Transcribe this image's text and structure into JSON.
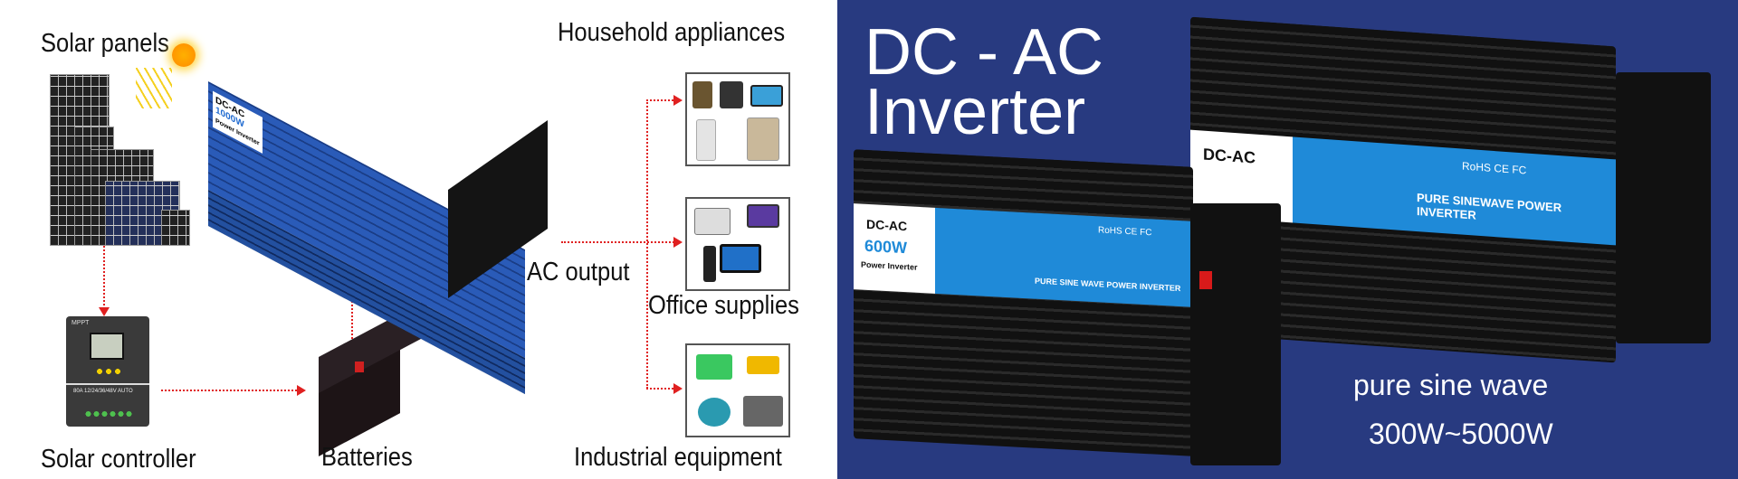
{
  "diagram": {
    "labels": {
      "solar_panels": "Solar panels",
      "solar_controller": "Solar controller",
      "batteries": "Batteries",
      "ac_output": "AC output",
      "household_appliances": "Household appliances",
      "office_supplies": "Office supplies",
      "industrial_equipment": "Industrial equipment"
    },
    "inverter_label": {
      "title": "DC-AC",
      "power": "1000W",
      "sub": "Power Inverter"
    },
    "controller_label": "MPPT",
    "controller_spec": "80A 12/24/36/48V AUTO"
  },
  "banner": {
    "title_line1": "DC - AC",
    "title_line2": "Inverter",
    "tagline": "pure sine wave",
    "range": "300W~5000W",
    "small_inverter": {
      "title": "DC-AC",
      "power": "600W",
      "sub": "Power Inverter",
      "type": "PURE SINE WAVE POWER INVERTER",
      "certs": "RoHS CE FC"
    },
    "large_inverter": {
      "title": "DC-AC",
      "type": "PURE SINEWAVE POWER INVERTER",
      "certs": "RoHS CE FC"
    }
  },
  "colors": {
    "banner_bg": "#283a80",
    "arrow": "#e02020",
    "inverter_blue": "#2a5bb8",
    "label_blue": "#1f8ad8"
  }
}
